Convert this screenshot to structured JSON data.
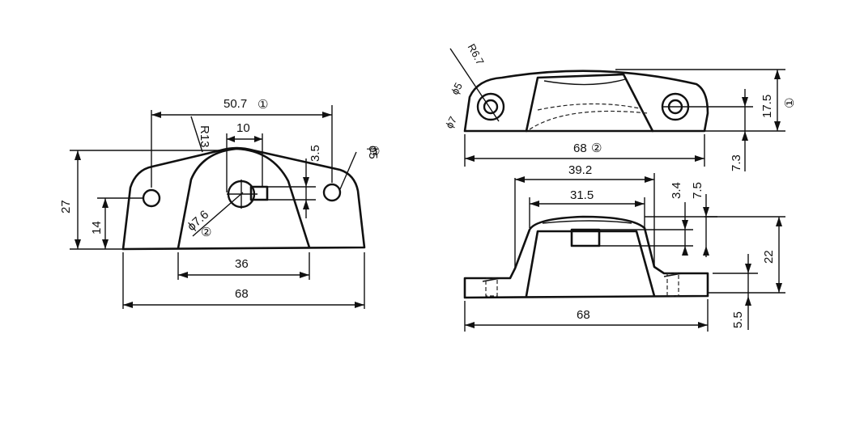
{
  "front_view": {
    "dims": {
      "hole_spacing": "50.7",
      "hole_spacing_ref": "①",
      "top_width": "10",
      "slot_height": "3.5",
      "side_hole": "ϕ5",
      "side_hole_ref": "③",
      "arc_radius": "R13",
      "height": "27",
      "hole_height": "14",
      "center_hole": "ϕ7.6",
      "center_hole_ref": "②",
      "base_inner": "36",
      "overall_width": "68"
    }
  },
  "top_view": {
    "dims": {
      "radius": "R6.7",
      "hole_inner": "ϕ5",
      "hole_outer": "ϕ7",
      "width": "68",
      "width_ref": "②",
      "height": "17.5",
      "height_ref": "①",
      "offset": "7.3"
    }
  },
  "side_view": {
    "dims": {
      "outer_width": "39.2",
      "inner_width": "31.5",
      "dim_3_4": "3.4",
      "dim_7_5": "7.5",
      "height": "22",
      "base_width": "68",
      "base_thickness": "5.5"
    }
  }
}
